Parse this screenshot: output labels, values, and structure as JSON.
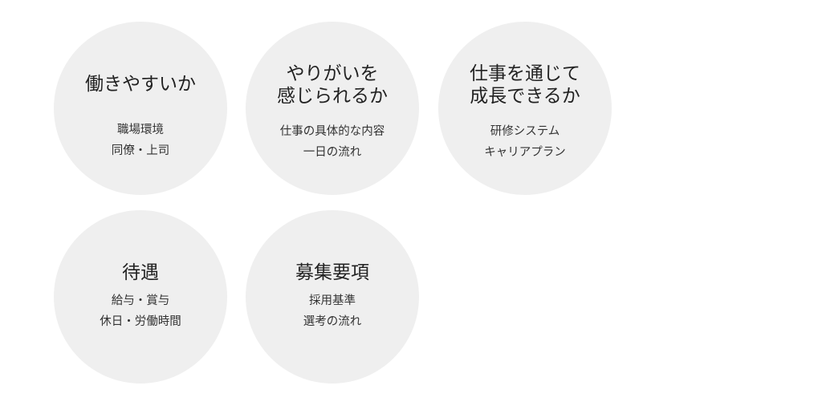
{
  "cards": [
    {
      "title_lines": [
        "働きやすいか"
      ],
      "items": [
        "職場環境",
        "同僚・上司"
      ]
    },
    {
      "title_lines": [
        "やりがいを",
        "感じられるか"
      ],
      "items": [
        "仕事の具体的な内容",
        "一日の流れ"
      ]
    },
    {
      "title_lines": [
        "仕事を通じて",
        "成長できるか"
      ],
      "items": [
        "研修システム",
        "キャリアプラン"
      ]
    },
    {
      "title_lines": [
        "待遇"
      ],
      "items": [
        "給与・賞与",
        "休日・労働時間"
      ]
    },
    {
      "title_lines": [
        "募集要項"
      ],
      "items": [
        "採用基準",
        "選考の流れ"
      ]
    }
  ]
}
